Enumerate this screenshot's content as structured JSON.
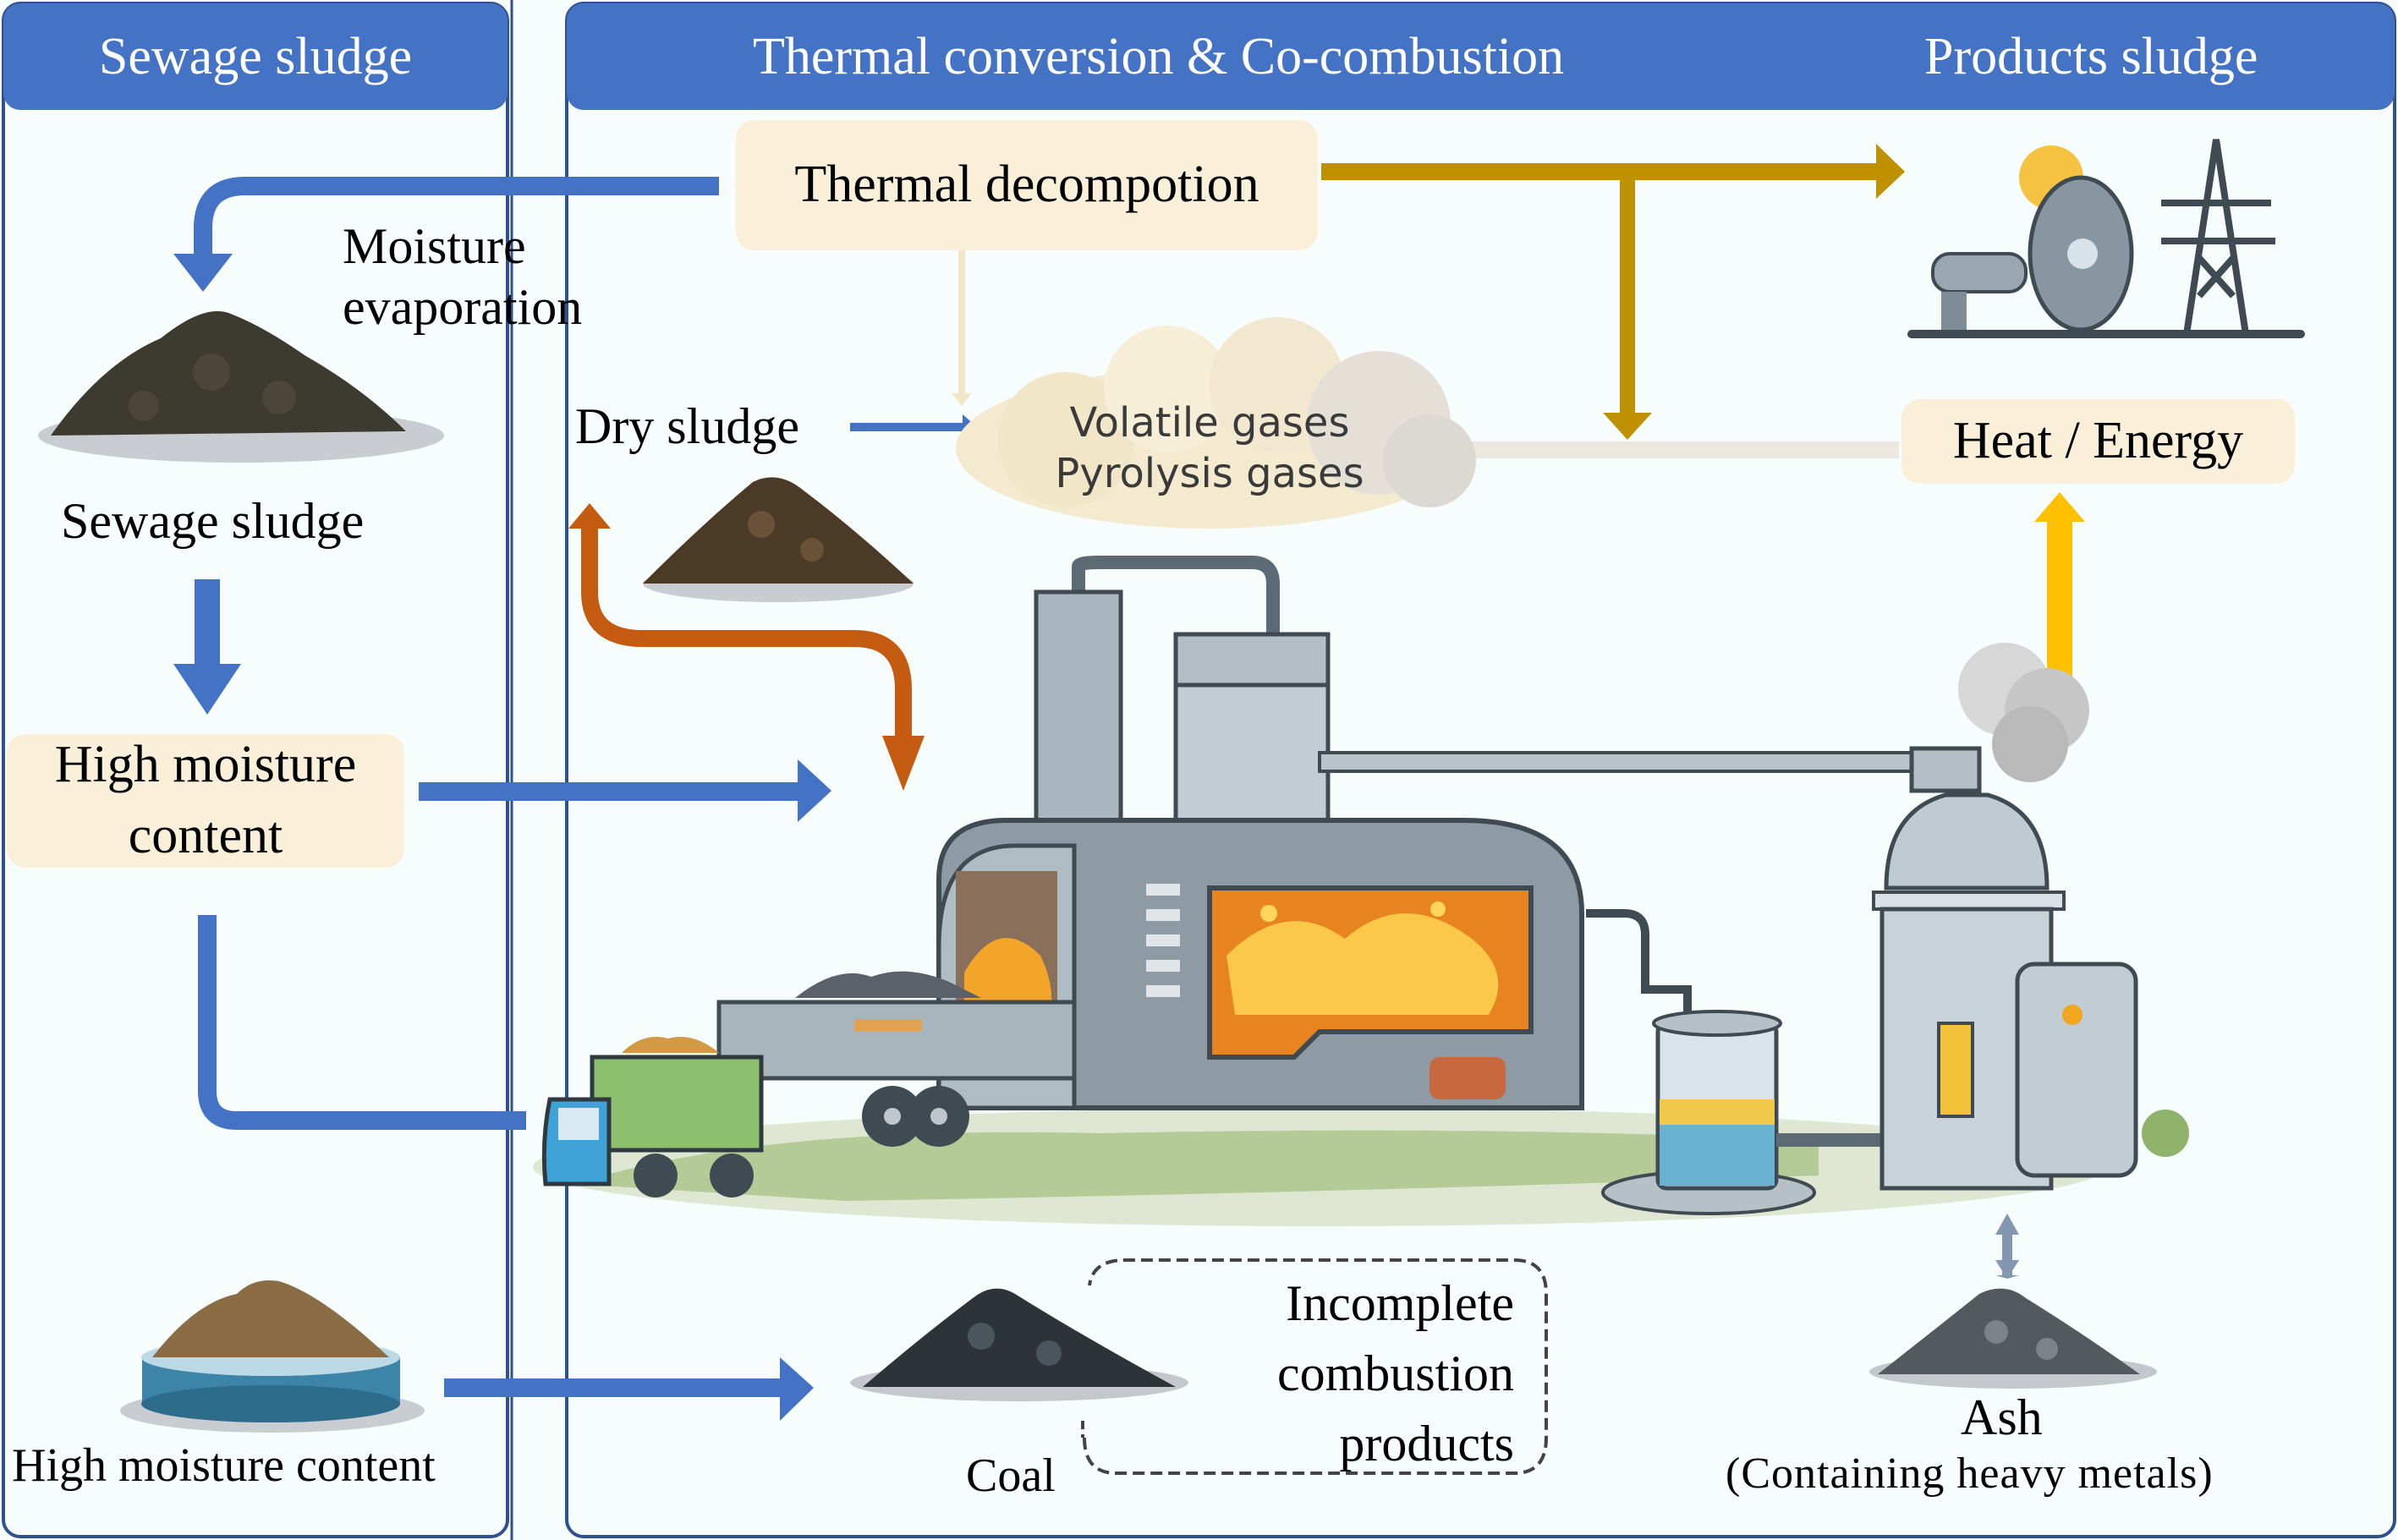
{
  "headers": {
    "sewage": "Sewage sludge",
    "thermal": "Thermal conversion & Co-combustion",
    "products": "Products sludge"
  },
  "left_column": {
    "moisture_evaporation": [
      "Moisture",
      "evaporation"
    ],
    "sewage_sludge_label": "Sewage sludge",
    "high_moisture_box": [
      "High moisture",
      "content"
    ],
    "bottom_label": "High moisture content"
  },
  "center": {
    "thermal_decomposition": "Thermal decompotion",
    "dry_sludge": "Dry sludge",
    "cloud_lines": [
      "Volatile gases",
      "Pyrolysis gases"
    ],
    "incomplete_box": [
      "Incomplete",
      "combustion",
      "products"
    ],
    "coal_label": "Coal"
  },
  "right_column": {
    "heat_energy": "Heat / Energy",
    "ash": "Ash",
    "ash_note": "(Containing heavy metals)"
  },
  "colors": {
    "header_blue": "#4472c4",
    "border_blue": "#2f528f",
    "arrow_blue": "#4472c4",
    "arrow_gold": "#bf9000",
    "arrow_orange": "#c55a11",
    "arrow_yellow": "#ffc000",
    "arrow_slate": "#8497b0",
    "box_cream": "#faf0da"
  }
}
